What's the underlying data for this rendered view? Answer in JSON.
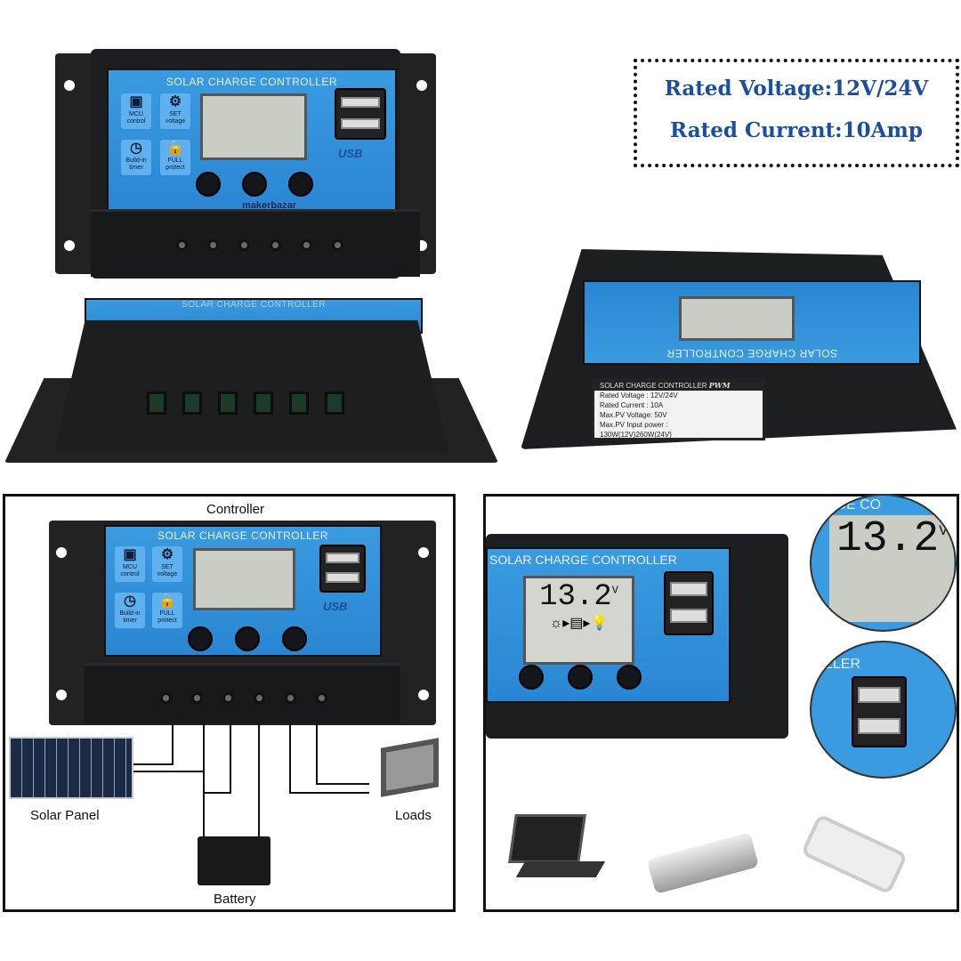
{
  "spec_box": {
    "voltage": "Rated Voltage:12V/24V",
    "current": "Rated Current:10Amp",
    "text_color": "#1a4ea0"
  },
  "controller": {
    "title": "SOLAR CHARGE CONTROLLER",
    "icons": [
      {
        "icon": "chip-icon",
        "label1": "MCU",
        "label2": "control"
      },
      {
        "icon": "gear-icon",
        "label1": "SET",
        "label2": "voltage"
      },
      {
        "icon": "clock-icon",
        "label1": "Build-in",
        "label2": "timer"
      },
      {
        "icon": "lock-icon",
        "label1": "FULL",
        "label2": "protect"
      }
    ],
    "usb_label": "USB",
    "brand": "makerbazar",
    "panel_color": "#2f90d8"
  },
  "spec_label": {
    "header": "SOLAR CHARGE CONTROLLER",
    "type": "PWM",
    "lines": [
      "Rated Voltage : 12V/24V",
      "Rated Current : 10A",
      "Max.PV Voltage: 50V",
      "Max.PV Input power :",
      "130W(12V)260W(24V)"
    ]
  },
  "wiring": {
    "controller": "Controller",
    "solar_panel": "Solar Panel",
    "loads": "Loads",
    "battery": "Battery"
  },
  "display": {
    "reading": "13.2",
    "unit": "V",
    "inset_title": "RGE CO",
    "inset_usb_title": "LLER"
  }
}
